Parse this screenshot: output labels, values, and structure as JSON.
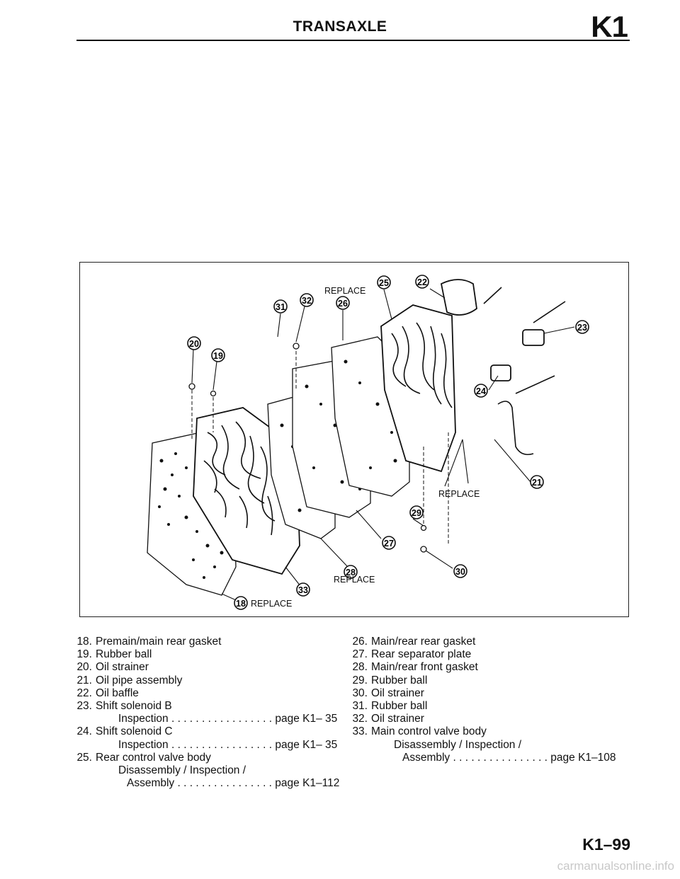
{
  "header": {
    "title": "TRANSAXLE",
    "section": "K1"
  },
  "diagram": {
    "callouts": [
      {
        "n": "18",
        "note": "REPLACE"
      },
      {
        "n": "19",
        "note": ""
      },
      {
        "n": "20",
        "note": ""
      },
      {
        "n": "21",
        "note": ""
      },
      {
        "n": "22",
        "note": ""
      },
      {
        "n": "23",
        "note": ""
      },
      {
        "n": "24",
        "note": ""
      },
      {
        "n": "25",
        "note": ""
      },
      {
        "n": "26",
        "note": ""
      },
      {
        "n": "27",
        "note": ""
      },
      {
        "n": "28",
        "note": "REPLACE"
      },
      {
        "n": "29",
        "note": ""
      },
      {
        "n": "30",
        "note": ""
      },
      {
        "n": "31",
        "note": ""
      },
      {
        "n": "32",
        "note": ""
      },
      {
        "n": "33",
        "note": ""
      }
    ],
    "replace_top": "REPLACE",
    "replace_right": "REPLACE"
  },
  "legend_left": [
    {
      "n": "18.",
      "text": "Premain/main rear gasket"
    },
    {
      "n": "19.",
      "text": "Rubber ball"
    },
    {
      "n": "20.",
      "text": "Oil strainer"
    },
    {
      "n": "21.",
      "text": "Oil pipe assembly"
    },
    {
      "n": "22.",
      "text": "Oil baffle"
    },
    {
      "n": "23.",
      "text": "Shift solenoid B"
    },
    {
      "n": "",
      "text": "Inspection . . . . . . . . . . . . . . . . . page K1– 35",
      "indent": 1
    },
    {
      "n": "24.",
      "text": "Shift solenoid C"
    },
    {
      "n": "",
      "text": "Inspection . . . . . . . . . . . . . . . . . page K1– 35",
      "indent": 1
    },
    {
      "n": "25.",
      "text": "Rear control valve body"
    },
    {
      "n": "",
      "text": "Disassembly / Inspection /",
      "indent": 1
    },
    {
      "n": "",
      "text": "Assembly . . . . . . . . . . . . . . . . page K1–112",
      "indent": 2
    }
  ],
  "legend_right": [
    {
      "n": "26.",
      "text": "Main/rear rear gasket"
    },
    {
      "n": "27.",
      "text": "Rear separator plate"
    },
    {
      "n": "28.",
      "text": "Main/rear front gasket"
    },
    {
      "n": "29.",
      "text": "Rubber ball"
    },
    {
      "n": "30.",
      "text": "Oil strainer"
    },
    {
      "n": "31.",
      "text": "Rubber ball"
    },
    {
      "n": "32.",
      "text": "Oil strainer"
    },
    {
      "n": "33.",
      "text": "Main control valve body"
    },
    {
      "n": "",
      "text": "Disassembly / Inspection /",
      "indent": 1
    },
    {
      "n": "",
      "text": "Assembly . . . . . . . . . . . . . . . . page K1–108",
      "indent": 2
    }
  ],
  "footer": {
    "page": "K1–99",
    "watermark": "carmanualsonline.info"
  }
}
